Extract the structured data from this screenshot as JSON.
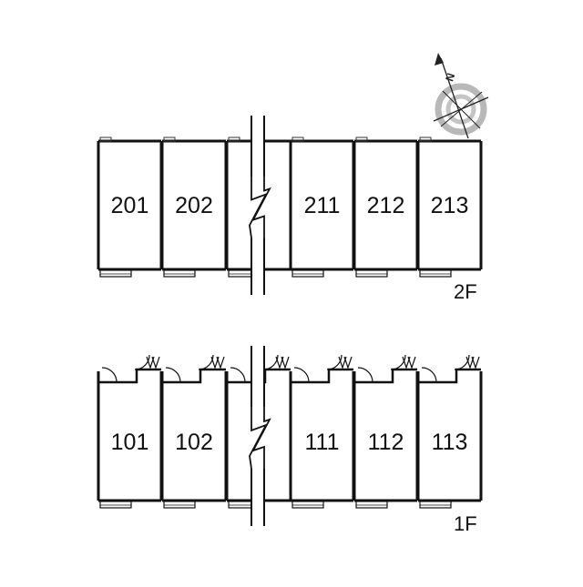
{
  "floors": [
    {
      "label": "2F",
      "units": [
        "201",
        "202",
        "",
        "211",
        "212",
        "213"
      ]
    },
    {
      "label": "1F",
      "units": [
        "101",
        "102",
        "",
        "111",
        "112",
        "113"
      ]
    }
  ],
  "compass": {
    "north_label": "N",
    "icon": "compass-rose-icon"
  },
  "colors": {
    "wall": "#111111",
    "compass_ring": "#b0b0b0"
  }
}
